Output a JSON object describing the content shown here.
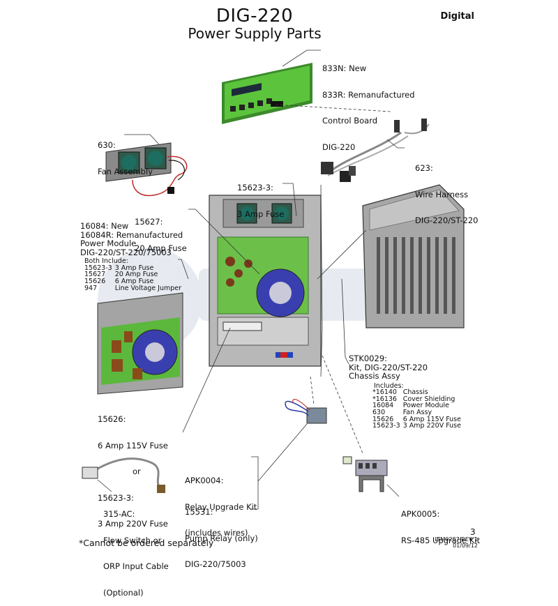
{
  "header": {
    "title": "DIG-220",
    "subtitle": "Power Supply Parts",
    "tag": "Digital"
  },
  "parts": {
    "control_board": {
      "lines": [
        "833N: New",
        "833R: Remanufactured",
        "Control Board",
        "DIG-220"
      ]
    },
    "fan_assembly": {
      "lines": [
        "630:",
        "Fan Assembly"
      ]
    },
    "wire_harness": {
      "lines": [
        "623:",
        "Wire Harness",
        "DIG-220/ST-220"
      ]
    },
    "fuse_3amp": {
      "lines": [
        "15623-3:",
        "3 Amp Fuse"
      ]
    },
    "fuse_20amp": {
      "lines": [
        "15627:",
        "20 Amp Fuse"
      ]
    },
    "power_module": {
      "lines": [
        "16084: New",
        "16084R: Remanufactured",
        "Power Module",
        "DIG-220/ST-220/75003"
      ],
      "both_include": "Both Include:",
      "items": [
        [
          "15623-3",
          "3 Amp Fuse"
        ],
        [
          "15627",
          "20 Amp Fuse"
        ],
        [
          "15626",
          "6   Amp Fuse"
        ],
        [
          "947",
          "Line Voltage Jumper"
        ]
      ]
    },
    "chassis_kit": {
      "lines": [
        "STK0029:",
        "Kit, DIG-220/ST-220",
        "Chassis Assy"
      ],
      "includes": "Includes:",
      "items": [
        [
          "*16140",
          "Chassis"
        ],
        [
          "*16136",
          "Cover Shielding"
        ],
        [
          "16084",
          "Power Module"
        ],
        [
          "630",
          "Fan Assy"
        ],
        [
          "15626",
          "6 Amp 115V Fuse"
        ],
        [
          "15623-3",
          "3 Amp 220V Fuse"
        ]
      ]
    },
    "fuse_6amp": {
      "lines": [
        "15626:",
        "6 Amp 115V Fuse",
        "or",
        "15623-3:",
        "3 Amp 220V Fuse"
      ]
    },
    "relay_kit": {
      "lines": [
        "APK0004:",
        "Relay Upgrade Kit",
        "(includes wires)"
      ]
    },
    "pump_relay": {
      "lines": [
        "15531:",
        "Pump Relay (only)",
        "DIG-220/75003"
      ]
    },
    "flow_switch": {
      "lines": [
        "315-AC:",
        "Flow Switch or",
        "ORP Input Cable",
        "(Optional)"
      ]
    },
    "rs485_kit": {
      "lines": [
        "APK0005:",
        "RS-485 Upgrade Kit"
      ]
    }
  },
  "footer": {
    "note": "*Cannot be ordered separately",
    "page_number": "3",
    "doc_rev": "LTM0287 REV 1",
    "doc_date": "01/09/12"
  },
  "colors": {
    "pcb_green": "#6cc04a",
    "chassis_gray": "#9c9c9c",
    "transformer_blue": "#3a3fb0"
  }
}
